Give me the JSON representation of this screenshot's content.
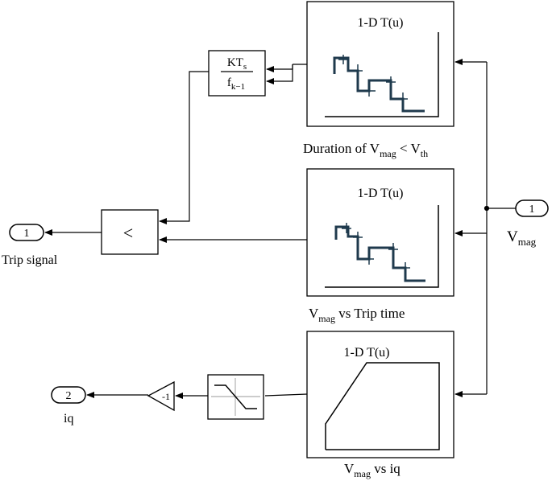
{
  "blocks": {
    "lookup_top": {
      "title": "1-D T(u)"
    },
    "lookup_mid": {
      "title": "1-D T(u)"
    },
    "lookup_bot": {
      "title": "1-D T(u)"
    },
    "divide": {
      "num_base": "KT",
      "num_sub": "s",
      "den_base": "f",
      "den_sub": "k−1"
    },
    "compare": {
      "symbol": "<"
    },
    "gain": {
      "value": "-1"
    }
  },
  "ports": {
    "in1": {
      "number": "1",
      "label_base": "V",
      "label_sub": "mag"
    },
    "out1": {
      "number": "1",
      "label": "Trip signal"
    },
    "out2": {
      "number": "2",
      "label": "iq"
    }
  },
  "captions": {
    "top": {
      "pre": "Duration of V",
      "sub1": "mag",
      "mid": " < V",
      "sub2": "th"
    },
    "mid": {
      "base": "V",
      "sub": "mag",
      "rest": " vs Trip time"
    },
    "bot": {
      "base": "V",
      "sub": "mag",
      "rest": " vs iq"
    }
  },
  "colors": {
    "line": "#000000",
    "curve": "#1f3a4d",
    "marker": "#2a6f97"
  }
}
